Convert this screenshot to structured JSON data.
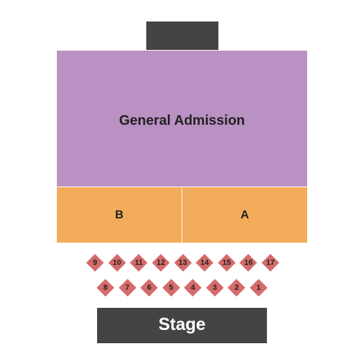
{
  "colors": {
    "dark": "#444444",
    "general_admission": "#b991c3",
    "orange_section": "#f3ac5a",
    "table": "#d56b6b"
  },
  "sections": {
    "general_admission": "General Admission",
    "b": "B",
    "a": "A"
  },
  "tables": {
    "row_back": [
      "9",
      "10",
      "11",
      "12",
      "13",
      "14",
      "15",
      "16",
      "17"
    ],
    "row_front": [
      "8",
      "7",
      "6",
      "5",
      "4",
      "3",
      "2",
      "1"
    ]
  },
  "stage": {
    "label": "Stage"
  }
}
